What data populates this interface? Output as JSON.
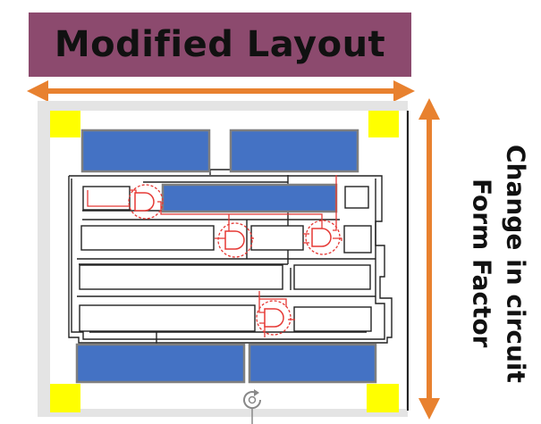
{
  "title": "Modified Layout",
  "side_label_lines": [
    "Change in circuit",
    "Form Factor"
  ],
  "colors": {
    "title_bg": "#8c4a6e",
    "arrow": "#e8812f",
    "block_fill": "#4472c4",
    "block_border": "#7f7f7f",
    "corner_pad": "#ffff00",
    "frame": "#e4e4e4",
    "wire": "#e53935",
    "gate_highlight": "#e53935"
  },
  "icons": {
    "horizontal_arrow": "double-headed-arrow-icon",
    "vertical_arrow": "double-headed-arrow-icon",
    "rotate": "rotate-icon",
    "gate": "and-gate-icon"
  }
}
